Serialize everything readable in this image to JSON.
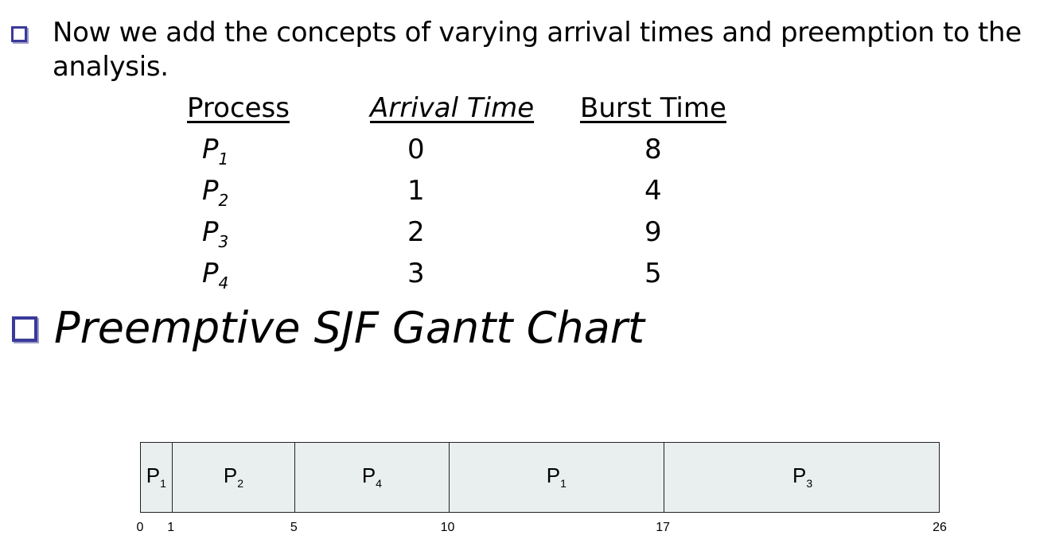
{
  "bullets": {
    "intro_line1": "Now we add the concepts of varying arrival times and preemption to the",
    "intro_line2": "analysis.",
    "heading": "Preemptive SJF Gantt Chart"
  },
  "table": {
    "headers": [
      "Process",
      "Arrival Time",
      "Burst Time"
    ],
    "rows": [
      {
        "process": "P",
        "sub": "1",
        "arrival": "0",
        "burst": "8"
      },
      {
        "process": "P",
        "sub": "2",
        "arrival": "1",
        "burst": "4"
      },
      {
        "process": "P",
        "sub": "3",
        "arrival": "2",
        "burst": "9"
      },
      {
        "process": "P",
        "sub": "4",
        "arrival": "3",
        "burst": "5"
      }
    ]
  },
  "gantt": {
    "start": 0,
    "end": 26,
    "segments": [
      {
        "label": "P",
        "sub": "1",
        "start": 0,
        "end": 1
      },
      {
        "label": "P",
        "sub": "2",
        "start": 1,
        "end": 5
      },
      {
        "label": "P",
        "sub": "4",
        "start": 5,
        "end": 10
      },
      {
        "label": "P",
        "sub": "1",
        "start": 10,
        "end": 17
      },
      {
        "label": "P",
        "sub": "3",
        "start": 17,
        "end": 26
      }
    ],
    "ticks": [
      "0",
      "1",
      "5",
      "10",
      "17",
      "26"
    ]
  }
}
